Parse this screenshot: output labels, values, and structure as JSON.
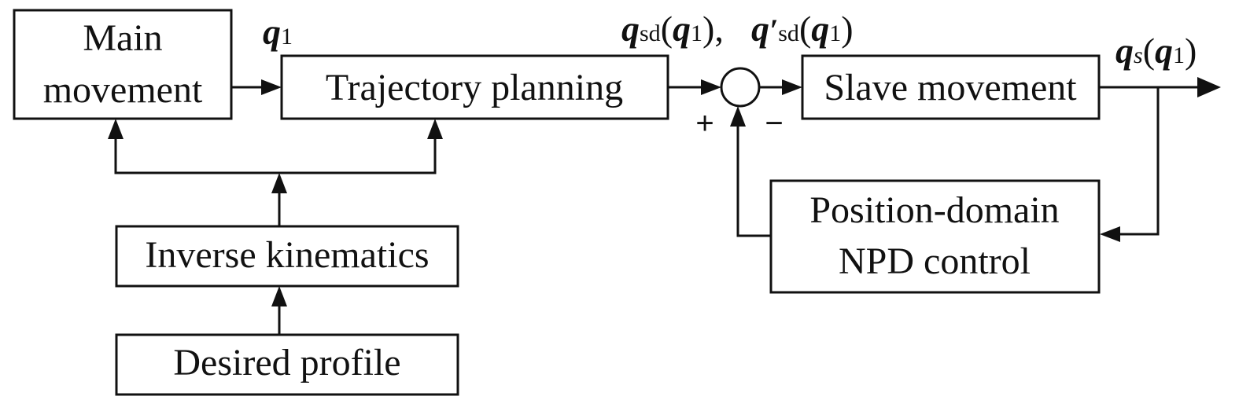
{
  "blocks": {
    "main_movement": [
      "Main",
      "movement"
    ],
    "trajectory_planning": "Trajectory planning",
    "slave_movement": "Slave movement",
    "inverse_kinematics": "Inverse kinematics",
    "desired_profile": "Desired profile",
    "npd_control": [
      "Position-domain",
      "NPD control"
    ]
  },
  "signals": {
    "q1": {
      "sym": "q",
      "sub": "1"
    },
    "qsd": {
      "sym": "q",
      "sub": "sd",
      "arg": "q",
      "arg_sub": "1"
    },
    "qsd_prime": {
      "sym": "q",
      "prime": "′",
      "sub": "sd",
      "arg": "q",
      "arg_sub": "1"
    },
    "qs": {
      "sym": "q",
      "sub": "s",
      "arg": "q",
      "arg_sub": "1"
    }
  },
  "summing_junction": {
    "plus": "+",
    "minus": "−"
  }
}
